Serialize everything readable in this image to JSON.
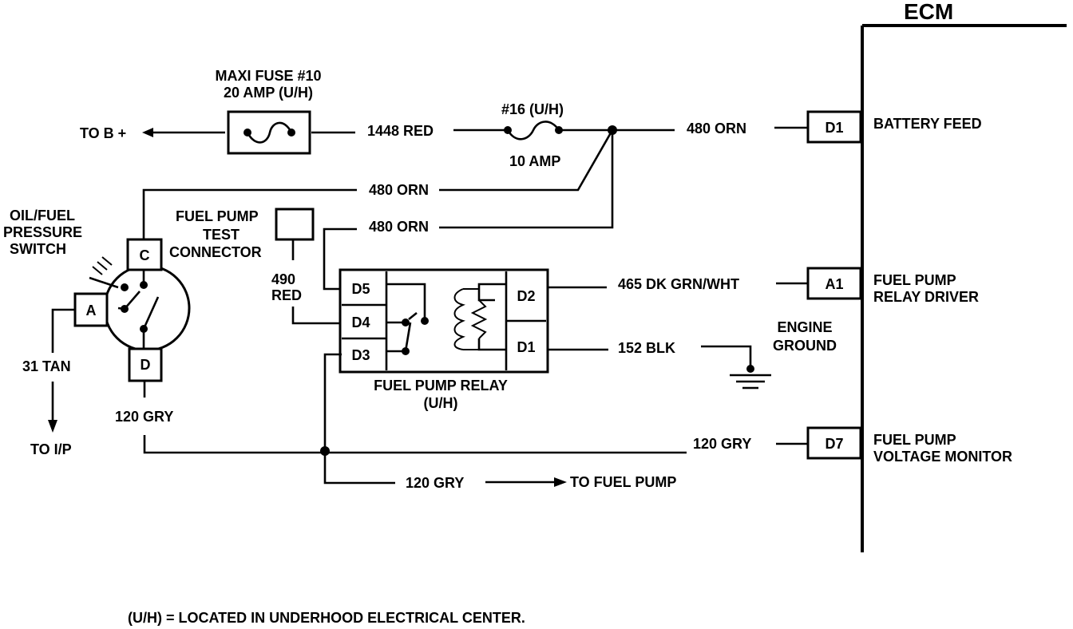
{
  "ecm": {
    "title": "ECM",
    "pins": [
      {
        "pin": "D1",
        "label1": "BATTERY FEED",
        "label2": ""
      },
      {
        "pin": "A1",
        "label1": "FUEL PUMP",
        "label2": "RELAY DRIVER"
      },
      {
        "pin": "D7",
        "label1": "FUEL PUMP",
        "label2": "VOLTAGE MONITOR"
      }
    ]
  },
  "maxi_fuse": {
    "line1": "MAXI FUSE #10",
    "line2": "20 AMP (U/H)"
  },
  "fuse16": {
    "label": "#16 (U/H)",
    "rating": "10 AMP"
  },
  "to_battery": "TO B +",
  "wires": {
    "w1448": "1448 RED",
    "w480_ecm": "480 ORN",
    "w480_switch": "480 ORN",
    "w480_relay": "480 ORN",
    "w490_1": "490",
    "w490_2": "RED",
    "w465": "465 DK GRN/WHT",
    "w152": "152 BLK",
    "w120_switch": "120 GRY",
    "w120_ecm": "120 GRY",
    "w120_pump": "120 GRY",
    "w31": "31 TAN"
  },
  "oil_switch": {
    "line1": "OIL/FUEL",
    "line2": "PRESSURE",
    "line3": "SWITCH",
    "pins": {
      "a": "A",
      "c": "C",
      "d": "D"
    }
  },
  "test_connector": {
    "line1": "FUEL PUMP",
    "line2": "TEST",
    "line3": "CONNECTOR"
  },
  "relay": {
    "line1": "FUEL PUMP RELAY",
    "line2": "(U/H)",
    "pins": {
      "d5": "D5",
      "d4": "D4",
      "d3": "D3",
      "d2": "D2",
      "d1": "D1"
    }
  },
  "engine_ground": {
    "line1": "ENGINE",
    "line2": "GROUND"
  },
  "to_ip": "TO I/P",
  "to_fuel_pump": "TO FUEL PUMP",
  "footnote": "(U/H) = LOCATED IN UNDERHOOD ELECTRICAL CENTER."
}
